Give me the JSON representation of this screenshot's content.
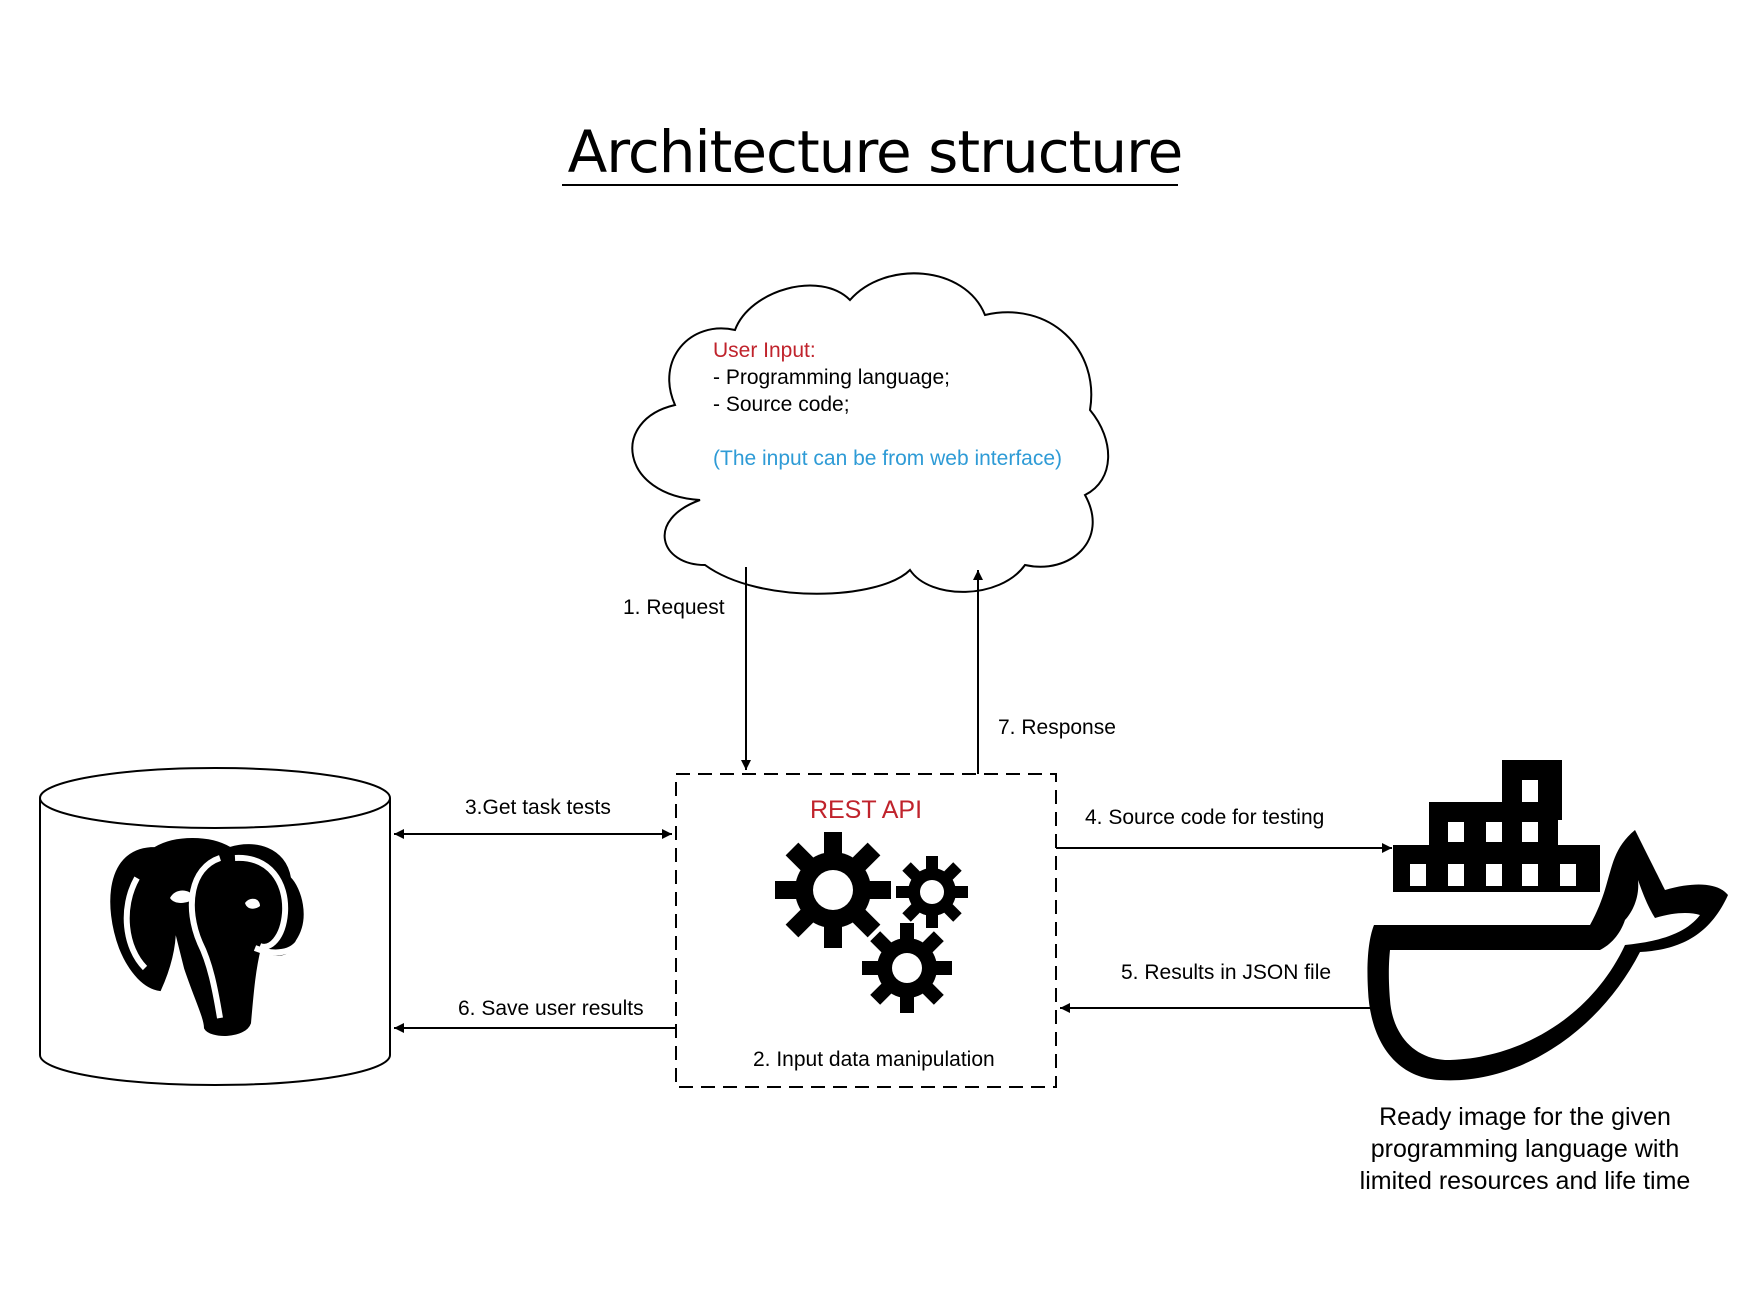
{
  "title": "Architecture structure",
  "colors": {
    "user_input_label": "#c0232c",
    "note": "#2e9bd6",
    "rest_api_label": "#c0232c",
    "line": "#000000"
  },
  "cloud": {
    "heading": "User Input:",
    "items": [
      "- Programming language;",
      "- Source code;"
    ],
    "note": "(The input can be from web interface)"
  },
  "rest_api": {
    "title": "REST API",
    "step": "2. Input data manipulation",
    "icon": "gears-icon"
  },
  "database": {
    "icon": "postgresql-elephant-icon"
  },
  "container": {
    "icon": "docker-whale-icon",
    "caption_lines": [
      "Ready image  for the given",
      "programming language with",
      "limited resources and life time"
    ]
  },
  "edges": {
    "request": "1. Request",
    "get_tests": "3.Get task tests",
    "source_code": "4. Source code for testing",
    "results_json": "5. Results in JSON file",
    "save_results": "6. Save user results",
    "response": "7. Response"
  }
}
